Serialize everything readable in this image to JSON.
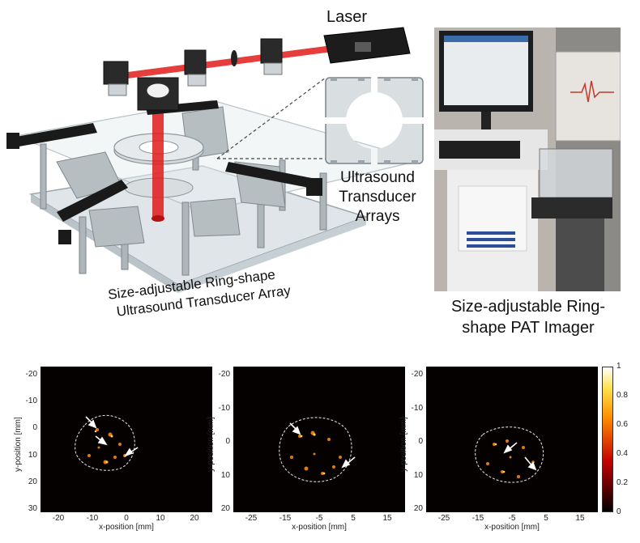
{
  "labels": {
    "laser": "Laser",
    "ultrasound_line1": "Ultrasound",
    "ultrasound_line2": "Transducer",
    "ultrasound_line3": "Arrays",
    "array_line1": "Size-adjustable Ring-shape",
    "array_line2": "Ultrasound Transducer Array",
    "imager_line1": "Size-adjustable Ring-",
    "imager_line2": "shape PAT Imager"
  },
  "images": [
    {
      "xlabel": "x-position [mm]",
      "ylabel": "y-position [mm]",
      "xticks": [
        "-20",
        "-10",
        "0",
        "10",
        "20"
      ],
      "yticks": [
        "-20",
        "-10",
        "0",
        "10",
        "20",
        "30"
      ]
    },
    {
      "xlabel": "x-position [mm]",
      "ylabel": "y-position [mm]",
      "xticks": [
        "-25",
        "-15",
        "-5",
        "5",
        "15"
      ],
      "yticks": [
        "-20",
        "-10",
        "0",
        "10",
        "20"
      ]
    },
    {
      "xlabel": "x-position [mm]",
      "ylabel": "y-position [mm]",
      "xticks": [
        "-25",
        "-15",
        "-5",
        "5",
        "15"
      ],
      "yticks": [
        "-20",
        "-10",
        "0",
        "10",
        "20"
      ]
    }
  ],
  "colorbar": {
    "ticks": [
      "1",
      "0.8",
      "0.6",
      "0.4",
      "0.2",
      "0"
    ],
    "range": [
      0,
      1
    ],
    "colormap": "hot"
  },
  "colors": {
    "laser_beam": "#e21b1b",
    "frame_black": "#1a1a1a",
    "acrylic": "#cfd6da",
    "panel_bg": "#050100"
  }
}
